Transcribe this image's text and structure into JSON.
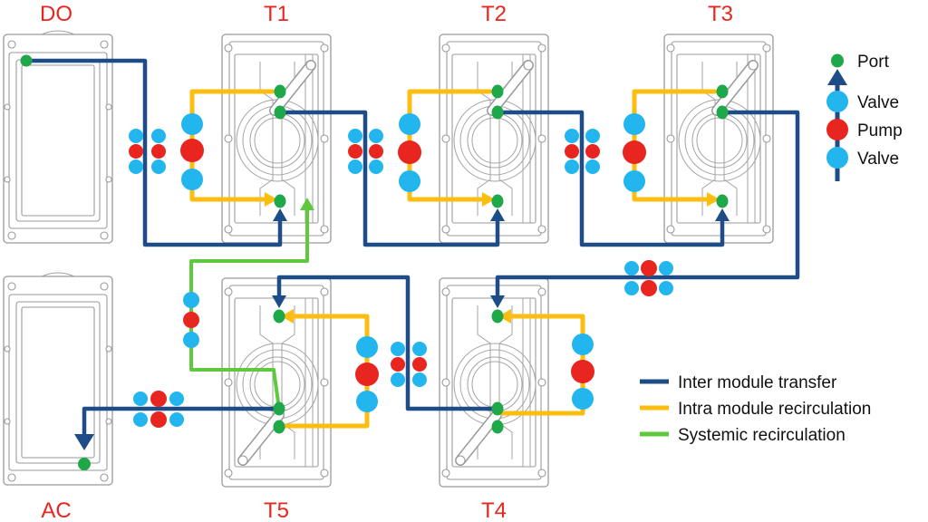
{
  "modules": {
    "do": "DO",
    "t1": "T1",
    "t2": "T2",
    "t3": "T3",
    "ac": "AC",
    "t5": "T5",
    "t4": "T4"
  },
  "legend": {
    "port": "Port",
    "valve_top": "Valve",
    "pump": "Pump",
    "valve_bottom": "Valve",
    "inter": "Inter module transfer",
    "intra": "Intra module recirculation",
    "systemic": "Systemic recirculation"
  },
  "colors": {
    "inter": "#1d4c86",
    "intra": "#fbbd0f",
    "systemic": "#5ec93c",
    "port": "#1ea84a",
    "valve": "#23b5ee",
    "pump": "#e8251f",
    "label": "#e8251f"
  }
}
